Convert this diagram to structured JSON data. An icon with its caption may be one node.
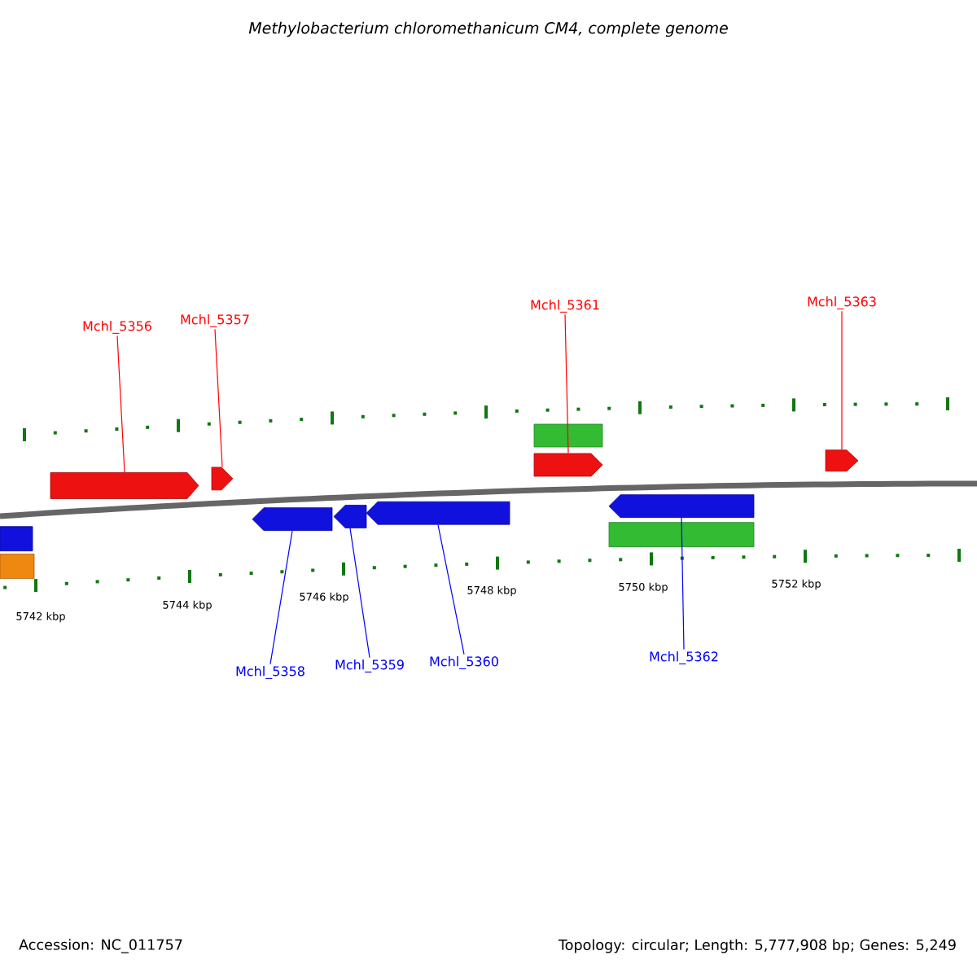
{
  "diagram": {
    "title": "*Methylobacterium chloromethanicum CM4, complete genome*",
    "nodes": [
      {
        "text": [
          "Mchl_5356"
        ]
      },
      {
        "text": [
          "Mchl_5357"
        ]
      },
      {
        "text": [
          "Mchl_5361"
        ]
      },
      {
        "text": [
          "Mchl_5363"
        ]
      },
      {
        "text": [
          "Mchl_5358"
        ]
      },
      {
        "text": [
          "Mchl_5359"
        ]
      },
      {
        "text": [
          "Mchl_5360"
        ]
      },
      {
        "text": [
          "Mchl_5362"
        ]
      },
      {
        "text": [],
        "shape": "pentagon"
      },
      {
        "text": [],
        "shape": "pentagon"
      },
      {
        "text": [],
        "shape": "pentagon"
      },
      {
        "text": [],
        "shape": "pentagon"
      },
      {
        "text": [],
        "shape": "pentagon"
      },
      {
        "text": [],
        "shape": "pentagon"
      },
      {
        "text": [],
        "shape": "pentagon"
      },
      {
        "text": [],
        "shape": "pentagon"
      },
      {
        "text": [],
        "shape": "bar"
      },
      {
        "text": [],
        "shape": "bar"
      },
      {
        "text": [],
        "shape": "bar"
      },
      {
        "text": [],
        "shape": "bar"
      }
    ],
    "edges": [
      {
        "from": 0,
        "to": 8,
        "arrow": "none",
        "color": "#ff0000"
      },
      {
        "from": 1,
        "to": 9,
        "arrow": "none",
        "color": "#ff0000"
      },
      {
        "from": 2,
        "to": 10,
        "arrow": "none",
        "color": "#ff0000"
      },
      {
        "from": 3,
        "to": 11,
        "arrow": "none",
        "color": "#ff0000"
      },
      {
        "from": 4,
        "to": 12,
        "arrow": "none",
        "color": "#0000ff"
      },
      {
        "from": 5,
        "to": 13,
        "arrow": "none",
        "color": "#0000ff"
      },
      {
        "from": 6,
        "to": 14,
        "arrow": "none",
        "color": "#0000ff"
      },
      {
        "from": 7,
        "to": 15,
        "arrow": "none",
        "color": "#0000ff"
      }
    ],
    "labels": [
      "5742 kbp",
      "5744 kbp",
      "5746 kbp",
      "5748 kbp",
      "5750 kbp",
      "5752 kbp",
      "Accession: NC_011757",
      "Topology: circular; Length: 5,777,908 bp; Genes: 5,249"
    ]
  }
}
